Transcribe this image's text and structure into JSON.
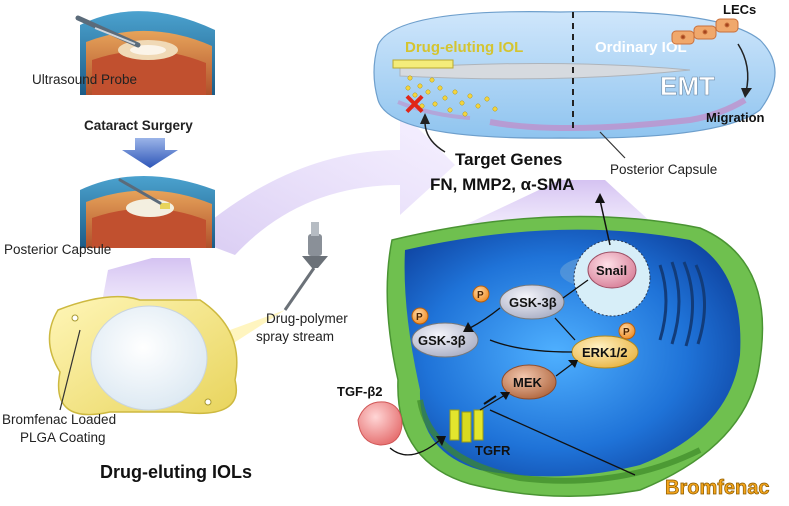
{
  "left_panel": {
    "probe_label": "Ultrasound Probe",
    "step_label": "Cataract Surgery",
    "capsule_label": "Posterior Capsule",
    "spray_label_line1": "Drug-polymer",
    "spray_label_line2": "spray stream",
    "coating_label_line1": "Bromfenac Loaded",
    "coating_label_line2": "PLGA Coating",
    "bottom_title": "Drug-eluting IOLs"
  },
  "lens_panel": {
    "drug_iol_label": "Drug-eluting IOL",
    "ordinary_iol_label": "Ordinary IOL",
    "lecs_label": "LECs",
    "emt_label": "EMT",
    "migration_label": "Migration",
    "posterior_capsule_label": "Posterior Capsule",
    "block_mark": "×"
  },
  "target_genes": {
    "title": "Target Genes",
    "genes": "FN, MMP2, α-SMA"
  },
  "cell_panel": {
    "snail": "Snail",
    "gsk_upper": "GSK-3β",
    "gsk_lower": "GSK-3β",
    "erk": "ERK1/2",
    "mek": "MEK",
    "phospho": "P",
    "tgf_ligand": "TGF-β2",
    "receptor": "TGFR",
    "inhibitor": "Bromfenac"
  },
  "colors": {
    "accent_arrow": "#3a63c4",
    "cell_membrane": "#63b548",
    "nucleus_blue": "#1f73d8",
    "bromfenac_orange": "#f4a51c",
    "block_red": "#e02618"
  }
}
